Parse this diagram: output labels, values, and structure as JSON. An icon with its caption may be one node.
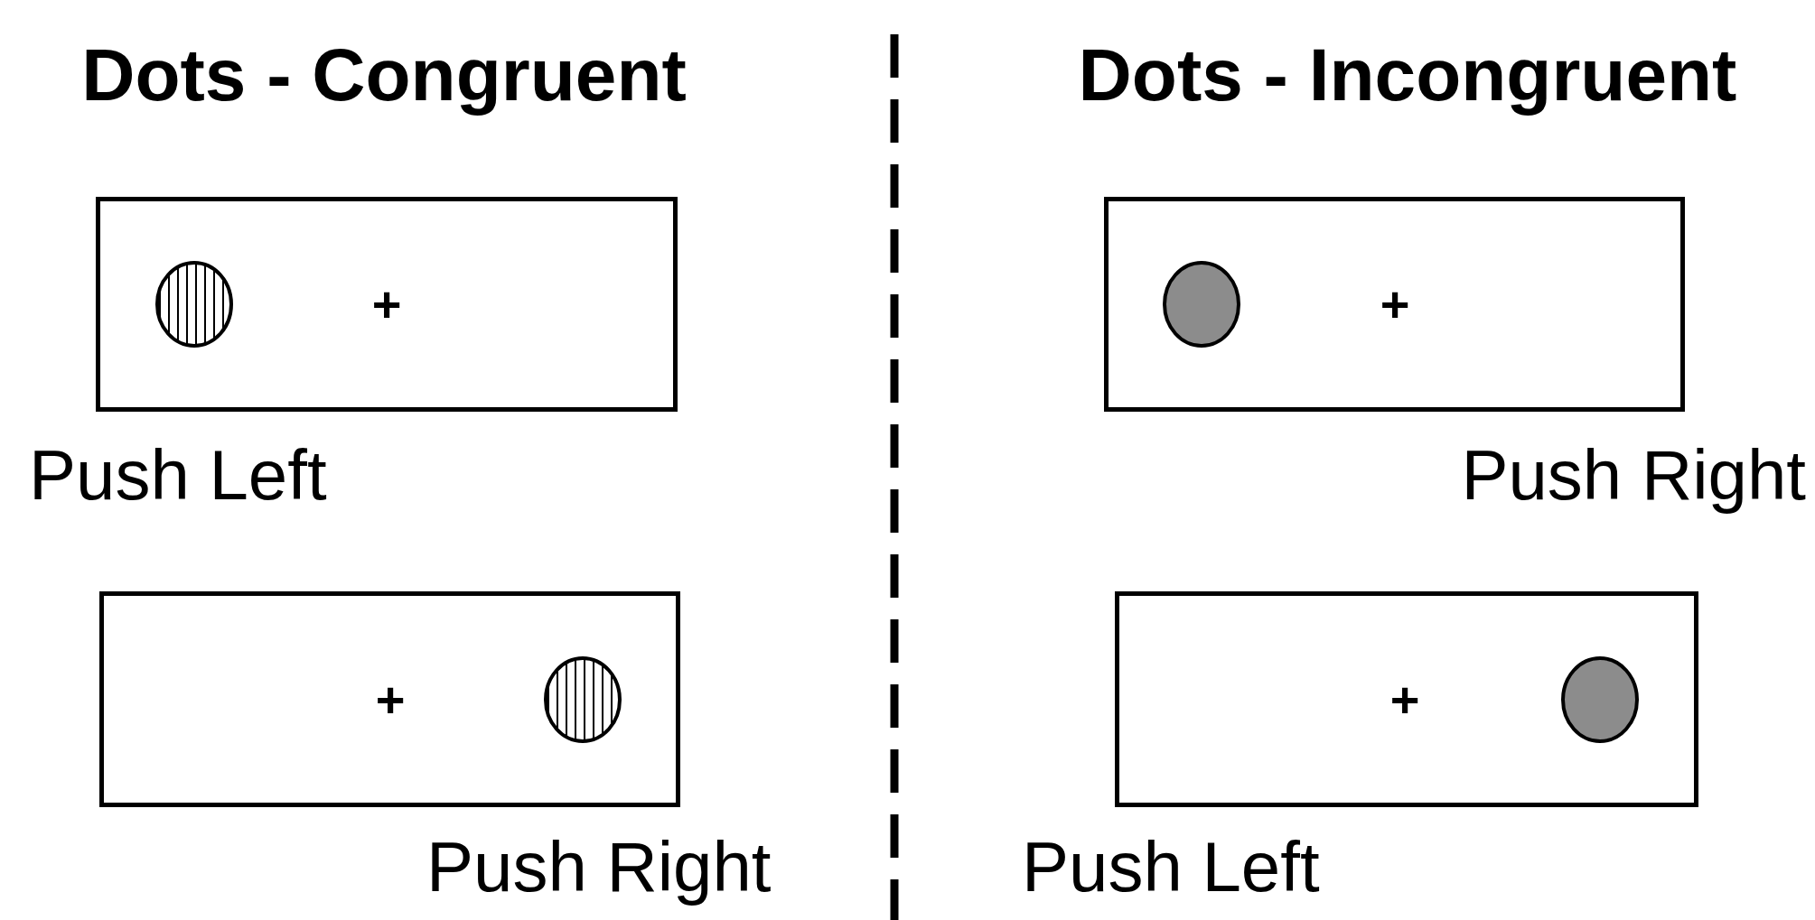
{
  "diagram": {
    "nodes": [
      {
        "text": [
          "+"
        ],
        "beside": [
          "Push Left"
        ]
      },
      {
        "text": [
          "+"
        ],
        "beside": [
          "Push Right"
        ]
      },
      {
        "text": [
          "+"
        ],
        "beside": [
          "Push Right"
        ]
      },
      {
        "text": [
          "+"
        ],
        "beside": [
          "Push Left"
        ]
      },
      {
        "text": [],
        "shape": "circle",
        "in": 0
      },
      {
        "text": [],
        "shape": "circle",
        "in": 1
      },
      {
        "text": [],
        "shape": "circle",
        "in": 2
      },
      {
        "text": [],
        "shape": "circle",
        "in": 3
      }
    ],
    "labels": [
      "Dots - Congruent",
      "Dots - Incongruent"
    ]
  }
}
